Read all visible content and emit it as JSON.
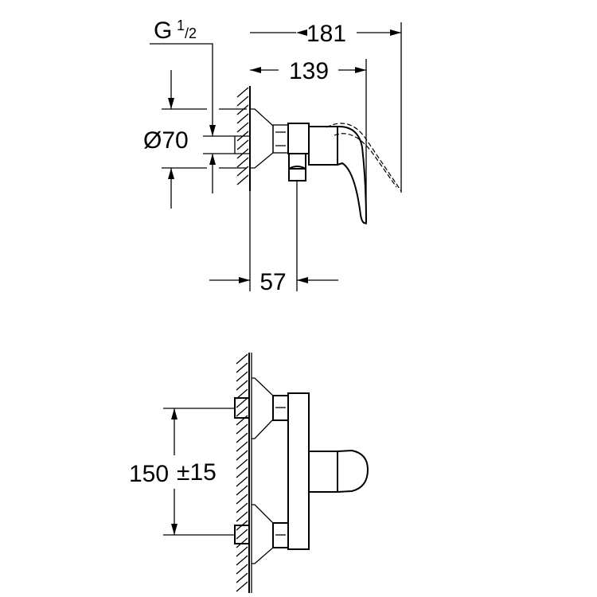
{
  "drawing": {
    "side_view": {
      "dim_overall_depth": "181",
      "dim_handle_depth": "139",
      "dim_outlet_offset": "57",
      "dim_flange_diameter": "Ø70",
      "thread_label_main": "G",
      "thread_label_num": "1",
      "thread_label_den": "/2"
    },
    "front_view": {
      "dim_centre_distance": "150",
      "dim_tolerance": "±15"
    },
    "line_color": "#000000",
    "background_color": "#ffffff"
  }
}
